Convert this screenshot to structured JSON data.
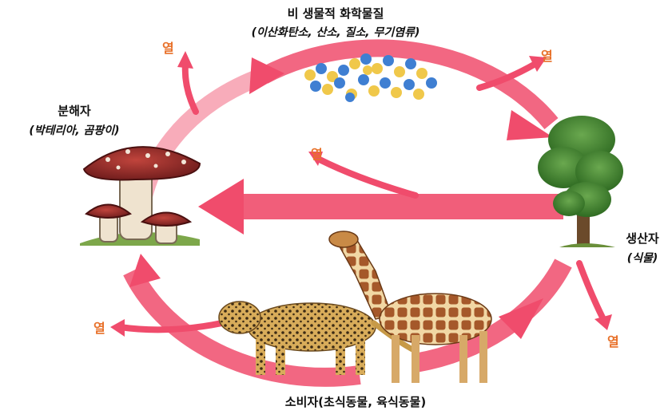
{
  "labels": {
    "abiotic_title": "비 생물적 화학물질",
    "abiotic_sub": "(이산화탄소, 산소, 질소, 무기염류)",
    "decomposer_title": "분해자",
    "decomposer_sub": "(박테리아, 곰팡이)",
    "producer_title": "생산자",
    "producer_sub": "(식물)",
    "consumer_text": "소비자(초식동물, 육식동물)"
  },
  "heat_label": "열",
  "colors": {
    "cycle_arrow": "#f04c6c",
    "cycle_arrow_light": "#f7a3b3",
    "heat_text": "#e8712a",
    "mushroom_cap": "#9b2a2a",
    "tree_leaves": "#3f7d2a",
    "leopard": "#c79a47",
    "giraffe": "#b3702f"
  },
  "molecules": [
    "blue",
    "yellow"
  ]
}
